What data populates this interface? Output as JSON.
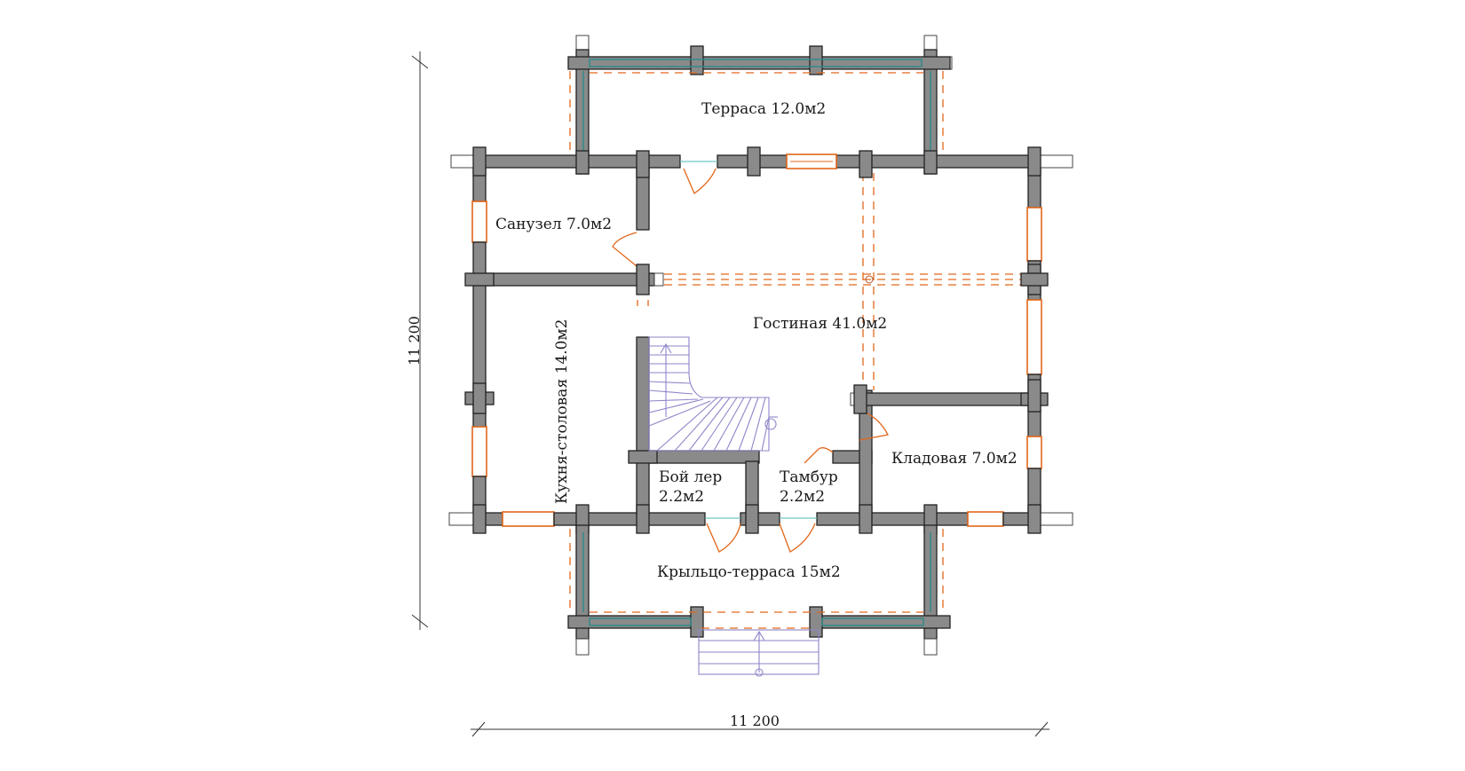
{
  "rooms": {
    "terrace": "Терраса 12.0м2",
    "bathroom": "Санузел 7.0м2",
    "living": "Гостиная 41.0м2",
    "kitchen": "Кухня-столовая 14.0м2",
    "boiler_line1": "Бой лер",
    "boiler_line2": "2.2м2",
    "vestibule_line1": "Тамбур",
    "vestibule_line2": "2.2м2",
    "storage": "Кладовая 7.0м2",
    "porch": "Крыльцо-терраса 15м2"
  },
  "dimensions": {
    "height": "11 200",
    "width": "11 200"
  },
  "colors": {
    "wall": "#8a8a8a",
    "window": "#e2671b",
    "rail": "#2c8a88",
    "stair": "#8d86c9"
  }
}
